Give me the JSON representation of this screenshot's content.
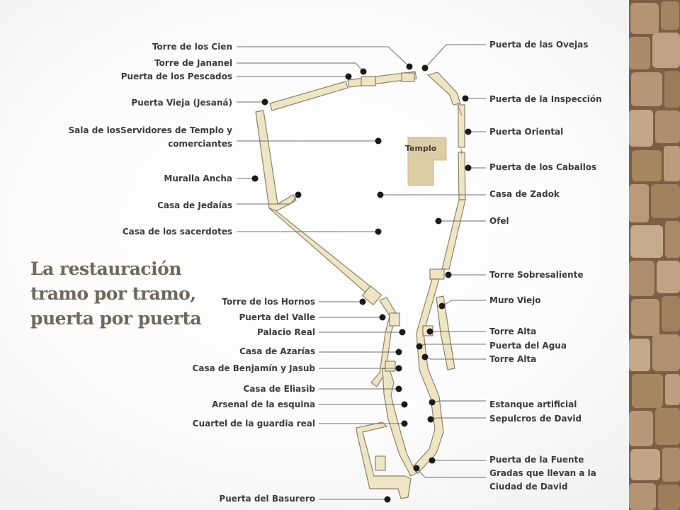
{
  "slide": {
    "title": "La restauración tramo por tramo, puerta por puerta",
    "temple_label": "Templo"
  },
  "colors": {
    "wall_fill": "#efe4c3",
    "wall_stroke": "#8c8268",
    "temple_fill": "#dccda5",
    "leader_line": "#6e6e6e",
    "dot": "#1a1a1a",
    "label_text": "#3c3c3c",
    "title_text": "#6d6a5c",
    "stone_border": "#8a6a4e"
  },
  "labels": {
    "torre_cien": "Torre de los Cien",
    "torre_jananel": "Torre de Jananel",
    "puerta_pescados": "Puerta de los Pescados",
    "puerta_vieja": "Puerta Vieja (Jesaná)",
    "sala_servidores_1": "Sala de losServidores de Templo y",
    "sala_servidores_2": "comerciantes",
    "muralla_ancha": "Muralla Ancha",
    "casa_jedaias": "Casa de Jedaías",
    "casa_sacerdotes": "Casa de los sacerdotes",
    "torre_hornos": "Torre de los Hornos",
    "puerta_valle": "Puerta del Valle",
    "palacio_real": "Palacio Real",
    "casa_azarias": "Casa de Azarías",
    "casa_benjamin": "Casa de Benjamín y Jasub",
    "casa_eliasib": "Casa de Eliasib",
    "arsenal_esquina": "Arsenal de la esquina",
    "cuartel_guardia": "Cuartel de la guardia real",
    "puerta_basurero": "Puerta del Basurero",
    "puerta_ovejas": "Puerta de las Ovejas",
    "puerta_inspeccion": "Puerta de la Inspección",
    "puerta_oriental": "Puerta Oriental",
    "puerta_caballos": "Puerta de los Caballos",
    "casa_zadok": "Casa de Zadok",
    "ofel": "Ofel",
    "torre_sobresaliente": "Torre Sobresaliente",
    "muro_viejo": "Muro Viejo",
    "torre_alta_1": "Torre Alta",
    "puerta_agua": "Puerta del Agua",
    "torre_alta_2": "Torre Alta",
    "estanque": "Estanque artificial",
    "sepulcros_david": "Sepulcros de David",
    "puerta_fuente": "Puerta de la Fuente",
    "gradas_1": "Gradas que llevan a la",
    "gradas_2": "Ciudad de David"
  }
}
